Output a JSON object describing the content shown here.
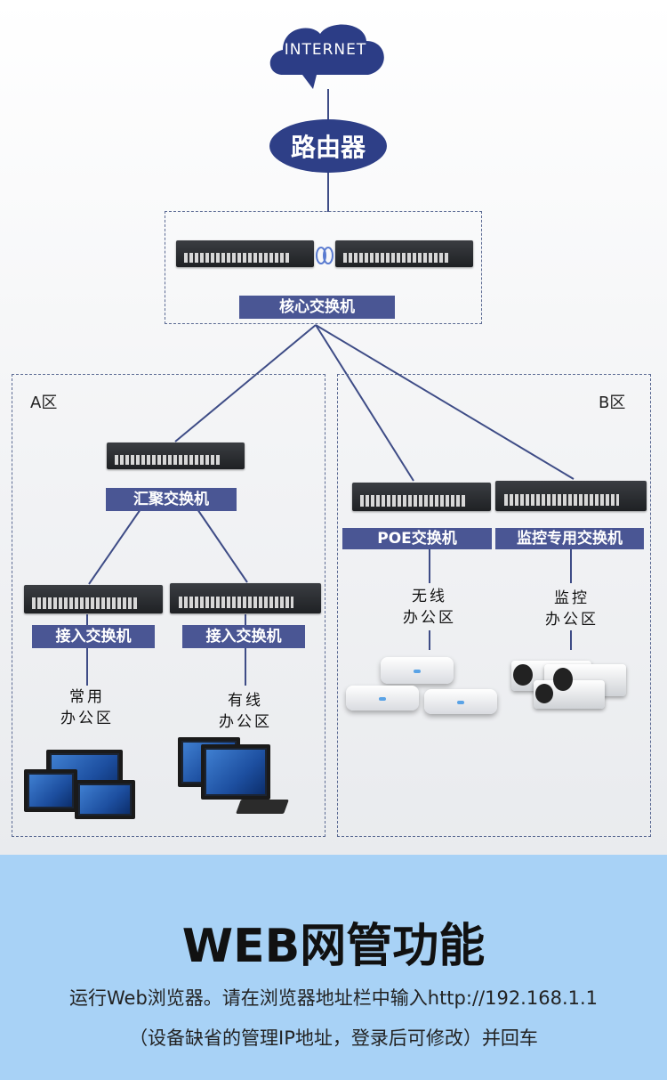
{
  "diagram": {
    "internet": "INTERNET",
    "router": "路由器",
    "core_switch": "核心交换机",
    "zone_a": "A区",
    "zone_b": "B区",
    "aggregation_switch": "汇聚交换机",
    "access_switch_1": "接入交换机",
    "access_switch_2": "接入交换机",
    "poe_switch": "POE交换机",
    "monitoring_switch": "监控专用交换机",
    "office_regular": [
      "常用",
      "办公区"
    ],
    "office_wired": [
      "有线",
      "办公区"
    ],
    "office_wireless": [
      "无线",
      "办公区"
    ],
    "monitoring": [
      "监控",
      "办公区"
    ]
  },
  "web": {
    "title": "WEB网管功能",
    "line1": "运行Web浏览器。请在浏览器地址栏中输入http://192.168.1.1",
    "line2": "（设备缺省的管理IP地址，登录后可修改）并回车"
  },
  "colors": {
    "label_bg": "#4a5694",
    "bottom_bg": "#a8d2f6",
    "cloud": "#2c3d86"
  }
}
